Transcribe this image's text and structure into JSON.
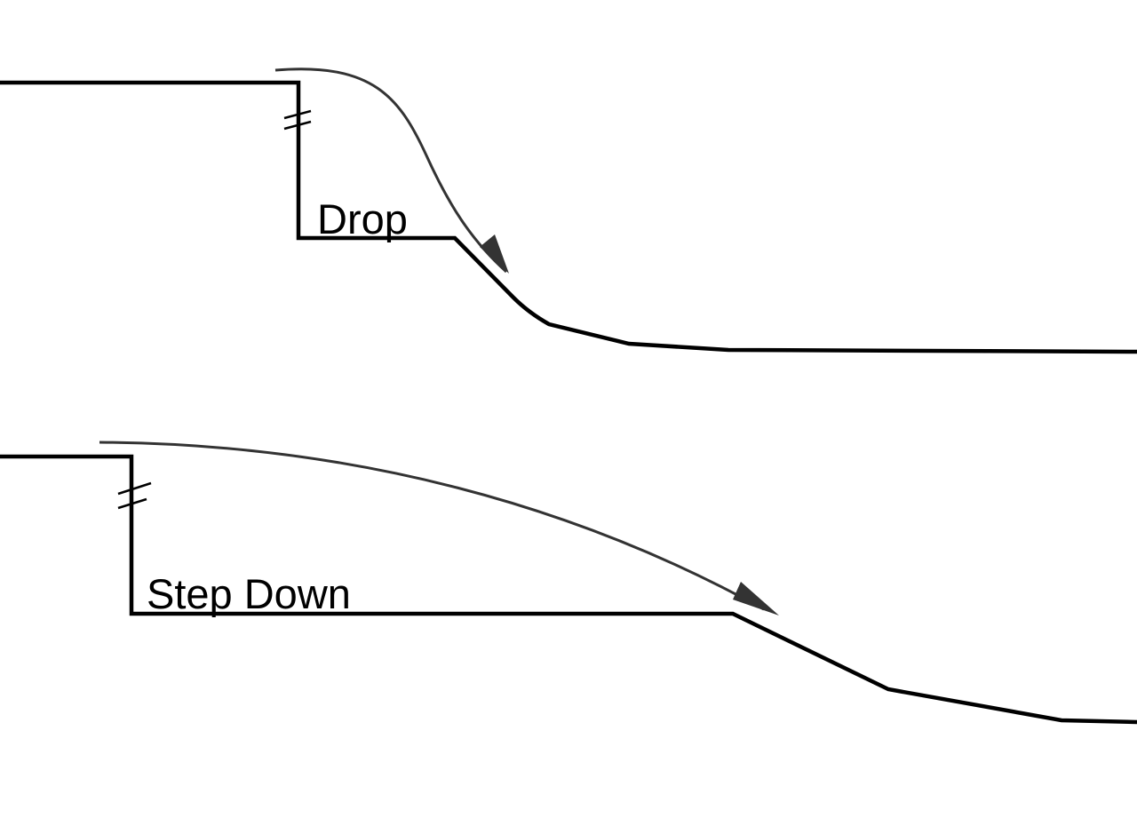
{
  "diagram": {
    "colors": {
      "profile": "#000000",
      "arrow": "#333333",
      "background": "#ffffff"
    },
    "panels": [
      {
        "id": "drop",
        "label": "Drop"
      },
      {
        "id": "step-down",
        "label": "Step Down"
      }
    ]
  }
}
